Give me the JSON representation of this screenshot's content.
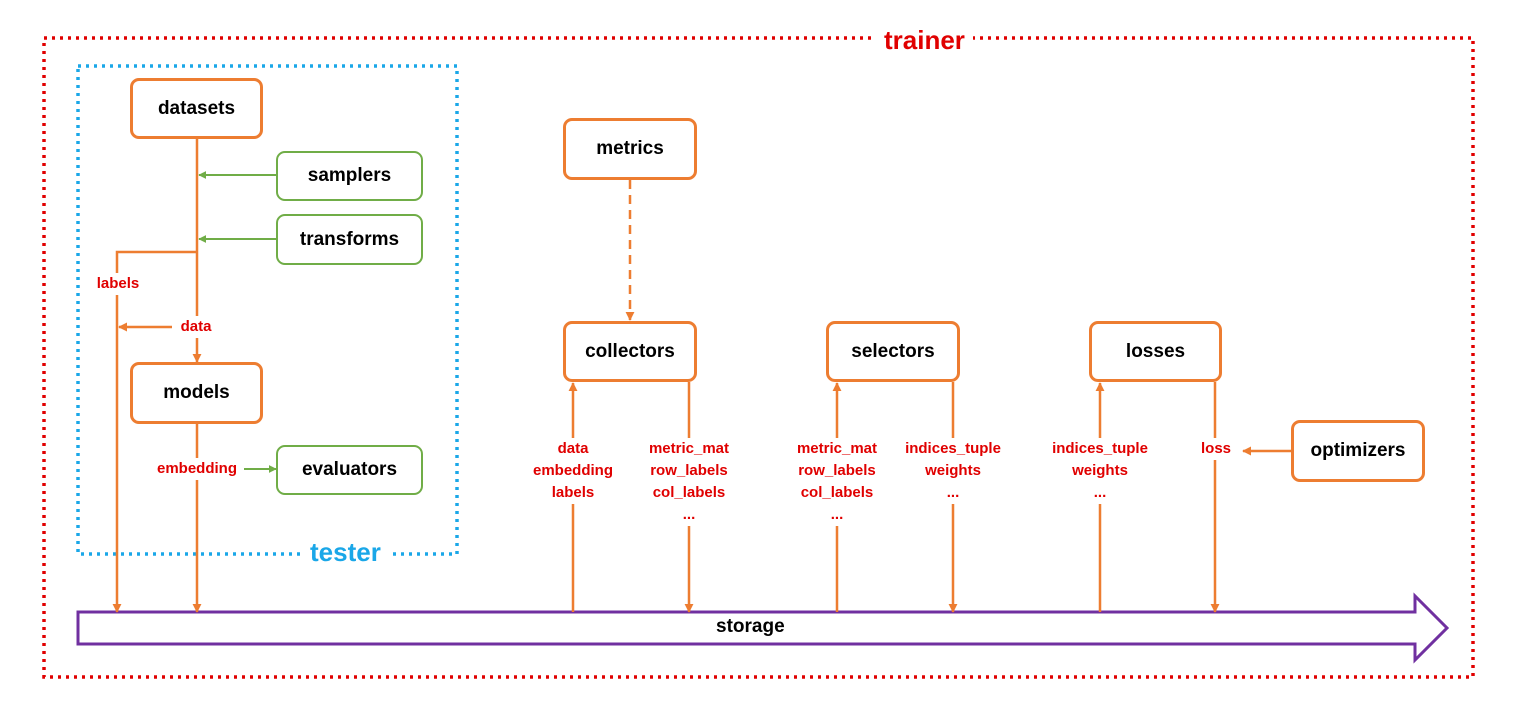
{
  "colors": {
    "trainer": "#e00000",
    "tester": "#1aa7e8",
    "node_border_orange": "#ed7d31",
    "node_border_green": "#70ad47",
    "label_red": "#e00000",
    "storage_arrow": "#7030a0"
  },
  "frames": {
    "trainer": "trainer",
    "tester": "tester"
  },
  "nodes": {
    "datasets": "datasets",
    "samplers": "samplers",
    "transforms": "transforms",
    "models": "models",
    "evaluators": "evaluators",
    "metrics": "metrics",
    "collectors": "collectors",
    "selectors": "selectors",
    "losses": "losses",
    "optimizers": "optimizers"
  },
  "storage": "storage",
  "edge_labels": {
    "labels": "labels",
    "data": "data",
    "embedding": "embedding",
    "collectors_in": [
      "data",
      "embedding",
      "labels"
    ],
    "collectors_out": [
      "metric_mat",
      "row_labels",
      "col_labels",
      "..."
    ],
    "selectors_in": [
      "metric_mat",
      "row_labels",
      "col_labels",
      "..."
    ],
    "selectors_out": [
      "indices_tuple",
      "weights",
      "..."
    ],
    "losses_in": [
      "indices_tuple",
      "weights",
      "..."
    ],
    "loss": "loss"
  }
}
